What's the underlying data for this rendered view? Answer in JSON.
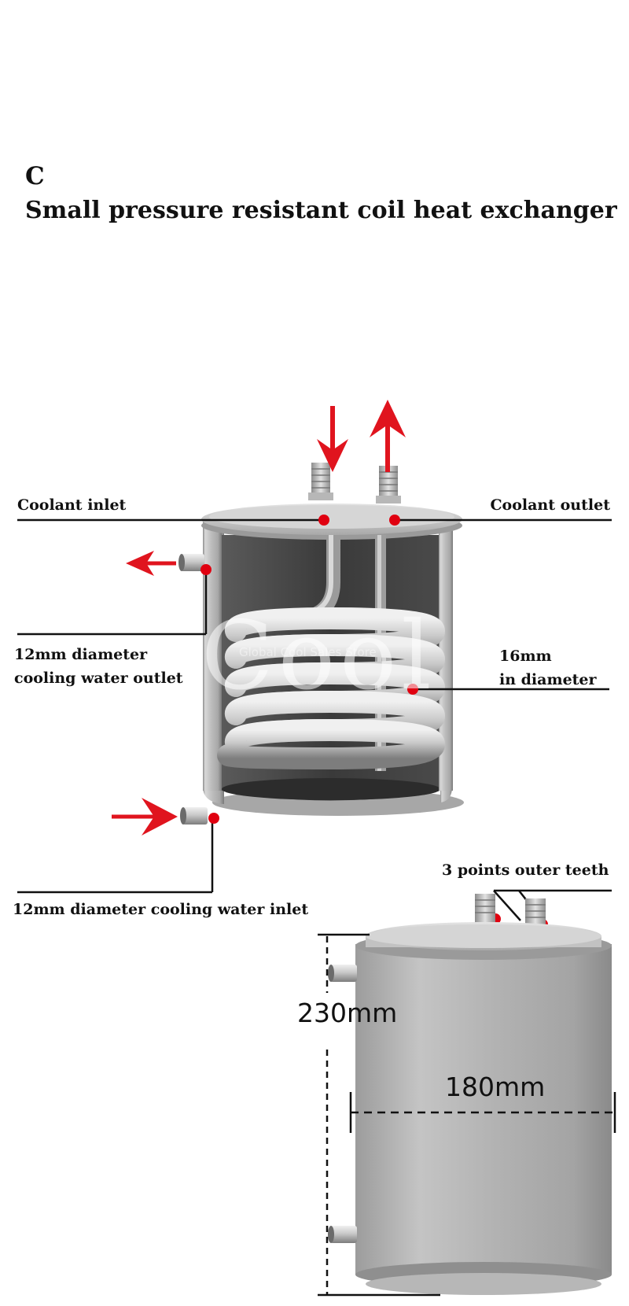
{
  "header": {
    "variant": "C",
    "title": "Small pressure resistant coil heat exchanger"
  },
  "labels": {
    "coolant_inlet": "Coolant inlet",
    "coolant_outlet": "Coolant outlet",
    "cooling_outlet_line1": "12mm diameter",
    "cooling_outlet_line2": "cooling water outlet",
    "coil_diameter_line1": "16mm",
    "coil_diameter_line2": "in diameter",
    "cooling_inlet": "12mm diameter cooling water inlet",
    "outer_teeth": "3 points outer teeth"
  },
  "dimensions": {
    "height": "230mm",
    "diameter": "180mm"
  },
  "watermark": {
    "text": "Cool",
    "small_text": "Global Cool Sales Store"
  },
  "colors": {
    "arrow": "#e0141e",
    "marker": "#e00010",
    "steel_light": "#d4d4d4",
    "steel_dark": "#7a7a7a",
    "interior": "#3a3a3a"
  }
}
